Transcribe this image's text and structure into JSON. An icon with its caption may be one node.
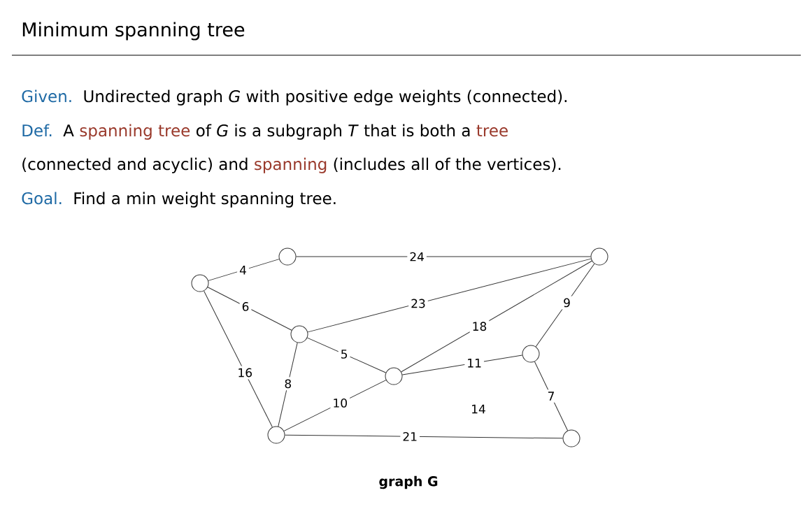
{
  "diagram": {
    "title": "Minimum spanning tree",
    "caption": "graph G",
    "nodes": [
      {
        "text": [],
        "shape": "circle"
      },
      {
        "text": [],
        "shape": "circle"
      },
      {
        "text": [],
        "shape": "circle"
      },
      {
        "text": [],
        "shape": "circle"
      },
      {
        "text": [],
        "shape": "circle"
      },
      {
        "text": [],
        "shape": "circle"
      },
      {
        "text": [],
        "shape": "circle"
      },
      {
        "text": [],
        "shape": "circle"
      }
    ],
    "edges": [
      {
        "from": 0,
        "to": 1,
        "arrow": "none",
        "label": "4"
      },
      {
        "from": 1,
        "to": 2,
        "arrow": "none",
        "label": "24"
      },
      {
        "from": 0,
        "to": 3,
        "arrow": "none",
        "label": "6"
      },
      {
        "from": 3,
        "to": 2,
        "arrow": "none",
        "label": "23"
      },
      {
        "from": 0,
        "to": 6,
        "arrow": "none",
        "label": "16"
      },
      {
        "from": 3,
        "to": 6,
        "arrow": "none",
        "label": "8"
      },
      {
        "from": 3,
        "to": 4,
        "arrow": "none",
        "label": "5"
      },
      {
        "from": 4,
        "to": 2,
        "arrow": "none",
        "label": "18"
      },
      {
        "from": 4,
        "to": 5,
        "arrow": "none",
        "label": "11"
      },
      {
        "from": 2,
        "to": 5,
        "arrow": "none",
        "label": "9"
      },
      {
        "from": 5,
        "to": 7,
        "arrow": "none",
        "label": "7"
      },
      {
        "from": 6,
        "to": 4,
        "arrow": "none",
        "label": "10"
      },
      {
        "from": 6,
        "to": 7,
        "arrow": "none",
        "label": "21"
      }
    ],
    "labels": [
      "Given.",
      "Undirected graph *G* with positive edge weights (connected).",
      "Def.",
      "A",
      "spanning tree",
      "of *G* is a subgraph *T* that is both a",
      "tree",
      "(connected and acyclic) and",
      "spanning",
      "(includes all of the vertices).",
      "Goal.",
      "Find a min weight spanning tree.",
      "14"
    ]
  }
}
